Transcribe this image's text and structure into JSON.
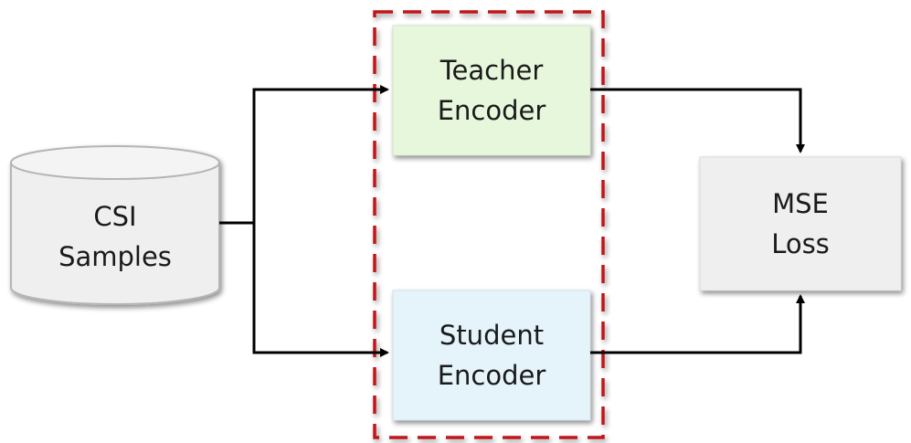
{
  "nodes": {
    "csi": {
      "line1": "CSI",
      "line2": "Samples"
    },
    "teacher": {
      "line1": "Teacher",
      "line2": "Encoder"
    },
    "student": {
      "line1": "Student",
      "line2": "Encoder"
    },
    "mse": {
      "line1": "MSE",
      "line2": "Loss"
    }
  },
  "colors": {
    "teacher_fill": "#e6f7dc",
    "student_fill": "#e5f3fb",
    "mse_fill": "#efefef",
    "database_fill": "#efefef",
    "database_stroke": "#b5b5b5",
    "dashed_border": "#c0161c",
    "arrow": "#000000"
  }
}
